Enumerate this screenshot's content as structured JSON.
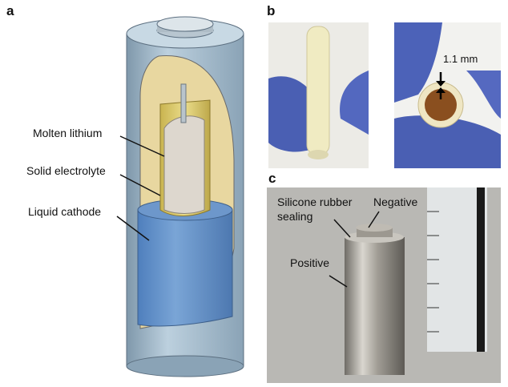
{
  "panels": {
    "a": {
      "label": "a",
      "annotations": {
        "molten": "Molten lithium",
        "solid": "Solid electrolyte",
        "liquid": "Liquid cathode"
      }
    },
    "b": {
      "label": "b",
      "thickness": "1.1 mm"
    },
    "c": {
      "label": "c",
      "annotations": {
        "silicone": "Silicone rubber",
        "sealing": "sealing",
        "negative": "Negative",
        "positive": "Positive"
      }
    }
  },
  "colors": {
    "casing": "#9fb6c8",
    "electrolyte": "#e3d27a",
    "lithium": "#dcd6cc",
    "cathode": "#5f8fc8"
  }
}
